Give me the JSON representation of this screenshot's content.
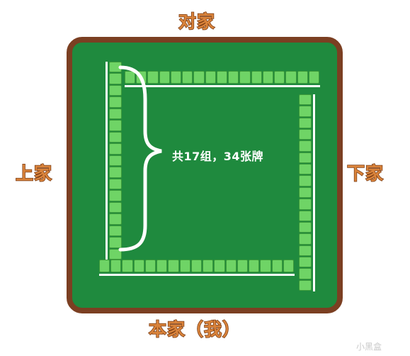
{
  "seats": {
    "top": "对家",
    "left": "上家",
    "right": "下家",
    "bottom": "本家（我）"
  },
  "annotation": "共17组，34张牌",
  "watermark": "小黑盒",
  "tiles_per_wall": 17,
  "colors": {
    "table_border": "#7b3f22",
    "table_felt": "#1f8a3e",
    "tile": "#6fd466",
    "tile_edge": "#3d9a3a",
    "seat_text": "#d9833b",
    "brace": "#ffffff"
  }
}
